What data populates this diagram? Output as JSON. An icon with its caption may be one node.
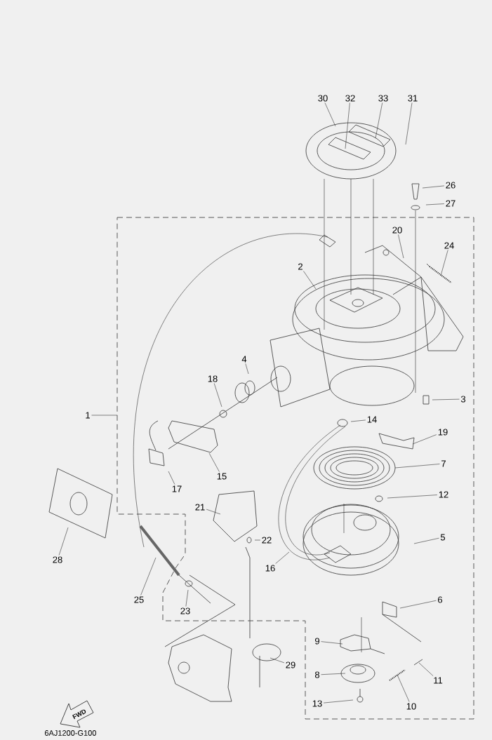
{
  "diagram": {
    "nodes": [
      {
        "text": [
          "30"
        ]
      },
      {
        "text": [
          "32"
        ]
      },
      {
        "text": [
          "33"
        ]
      },
      {
        "text": [
          "31"
        ]
      },
      {
        "text": [
          "26"
        ]
      },
      {
        "text": [
          "27"
        ]
      },
      {
        "text": [
          "20"
        ]
      },
      {
        "text": [
          "24"
        ]
      },
      {
        "text": [
          "2"
        ]
      },
      {
        "text": [
          "4"
        ]
      },
      {
        "text": [
          "18"
        ]
      },
      {
        "text": [
          "1"
        ]
      },
      {
        "text": [
          "3"
        ]
      },
      {
        "text": [
          "14"
        ]
      },
      {
        "text": [
          "19"
        ]
      },
      {
        "text": [
          "7"
        ]
      },
      {
        "text": [
          "15"
        ]
      },
      {
        "text": [
          "17"
        ]
      },
      {
        "text": [
          "12"
        ]
      },
      {
        "text": [
          "21"
        ]
      },
      {
        "text": [
          "28"
        ]
      },
      {
        "text": [
          "22"
        ]
      },
      {
        "text": [
          "5"
        ]
      },
      {
        "text": [
          "16"
        ]
      },
      {
        "text": [
          "25"
        ]
      },
      {
        "text": [
          "6"
        ]
      },
      {
        "text": [
          "23"
        ]
      },
      {
        "text": [
          "9"
        ]
      },
      {
        "text": [
          "29"
        ]
      },
      {
        "text": [
          "11"
        ]
      },
      {
        "text": [
          "8"
        ]
      },
      {
        "text": [
          "10"
        ]
      },
      {
        "text": [
          "13"
        ]
      }
    ],
    "edges": [
      {
        "from": 0,
        "to": null,
        "arrow": "none"
      },
      {
        "from": 1,
        "to": null,
        "arrow": "none"
      },
      {
        "from": 2,
        "to": null,
        "arrow": "none"
      },
      {
        "from": 3,
        "to": null,
        "arrow": "none"
      },
      {
        "from": 4,
        "to": null,
        "arrow": "none"
      },
      {
        "from": 5,
        "to": null,
        "arrow": "none"
      },
      {
        "from": 6,
        "to": null,
        "arrow": "none"
      },
      {
        "from": 7,
        "to": null,
        "arrow": "none"
      },
      {
        "from": 8,
        "to": null,
        "arrow": "none"
      },
      {
        "from": 9,
        "to": null,
        "arrow": "none"
      },
      {
        "from": 10,
        "to": null,
        "arrow": "none"
      },
      {
        "from": 11,
        "to": null,
        "arrow": "none"
      },
      {
        "from": 12,
        "to": null,
        "arrow": "none"
      },
      {
        "from": 13,
        "to": null,
        "arrow": "none"
      },
      {
        "from": 14,
        "to": null,
        "arrow": "none"
      },
      {
        "from": 15,
        "to": null,
        "arrow": "none"
      },
      {
        "from": 16,
        "to": null,
        "arrow": "none"
      },
      {
        "from": 17,
        "to": null,
        "arrow": "none"
      },
      {
        "from": 18,
        "to": null,
        "arrow": "none"
      },
      {
        "from": 19,
        "to": null,
        "arrow": "none"
      },
      {
        "from": 20,
        "to": null,
        "arrow": "none"
      },
      {
        "from": 21,
        "to": null,
        "arrow": "none"
      },
      {
        "from": 22,
        "to": null,
        "arrow": "none"
      },
      {
        "from": 23,
        "to": null,
        "arrow": "none"
      },
      {
        "from": 24,
        "to": null,
        "arrow": "none"
      },
      {
        "from": 25,
        "to": null,
        "arrow": "none"
      },
      {
        "from": 26,
        "to": null,
        "arrow": "none"
      },
      {
        "from": 27,
        "to": null,
        "arrow": "none"
      },
      {
        "from": 28,
        "to": null,
        "arrow": "none"
      },
      {
        "from": 29,
        "to": null,
        "arrow": "none"
      },
      {
        "from": 30,
        "to": null,
        "arrow": "none"
      },
      {
        "from": 31,
        "to": null,
        "arrow": "none"
      },
      {
        "from": 32,
        "to": null,
        "arrow": "none"
      }
    ],
    "labels": [
      "FWD",
      "6AJ1200-G100"
    ]
  }
}
